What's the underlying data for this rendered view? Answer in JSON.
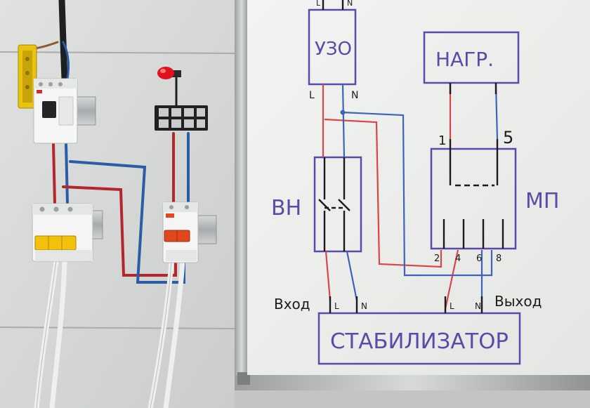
{
  "diagram": {
    "rcd_label": "УЗО",
    "rcd_top_terminals": [
      "L",
      "N"
    ],
    "rcd_bottom_terminals": [
      "L",
      "N"
    ],
    "heater_label": "НАГР.",
    "switch_label": "ВН",
    "contactor_label": "МП",
    "contactor_coil_terminals": [
      "1",
      "5"
    ],
    "contactor_power_terminals": [
      "2",
      "4",
      "6",
      "8"
    ],
    "stabilizer_label": "СТАБИЛИЗАТОР",
    "input_label": "Вход",
    "output_label": "Выход",
    "stabilizer_input_terminals": [
      "L",
      "N"
    ],
    "stabilizer_output_terminals": [
      "L",
      "N"
    ]
  },
  "colors": {
    "marker_purple": "#5b4aa8",
    "marker_red": "#d8464a",
    "marker_blue": "#3f63b8",
    "marker_black": "#1b1b1b",
    "cable_red": "#b3262c",
    "cable_blue": "#2c5ca8",
    "breaker_yellow": "#f2c10c",
    "breaker_orange": "#e2471f",
    "indicator_red": "#e0121c"
  }
}
